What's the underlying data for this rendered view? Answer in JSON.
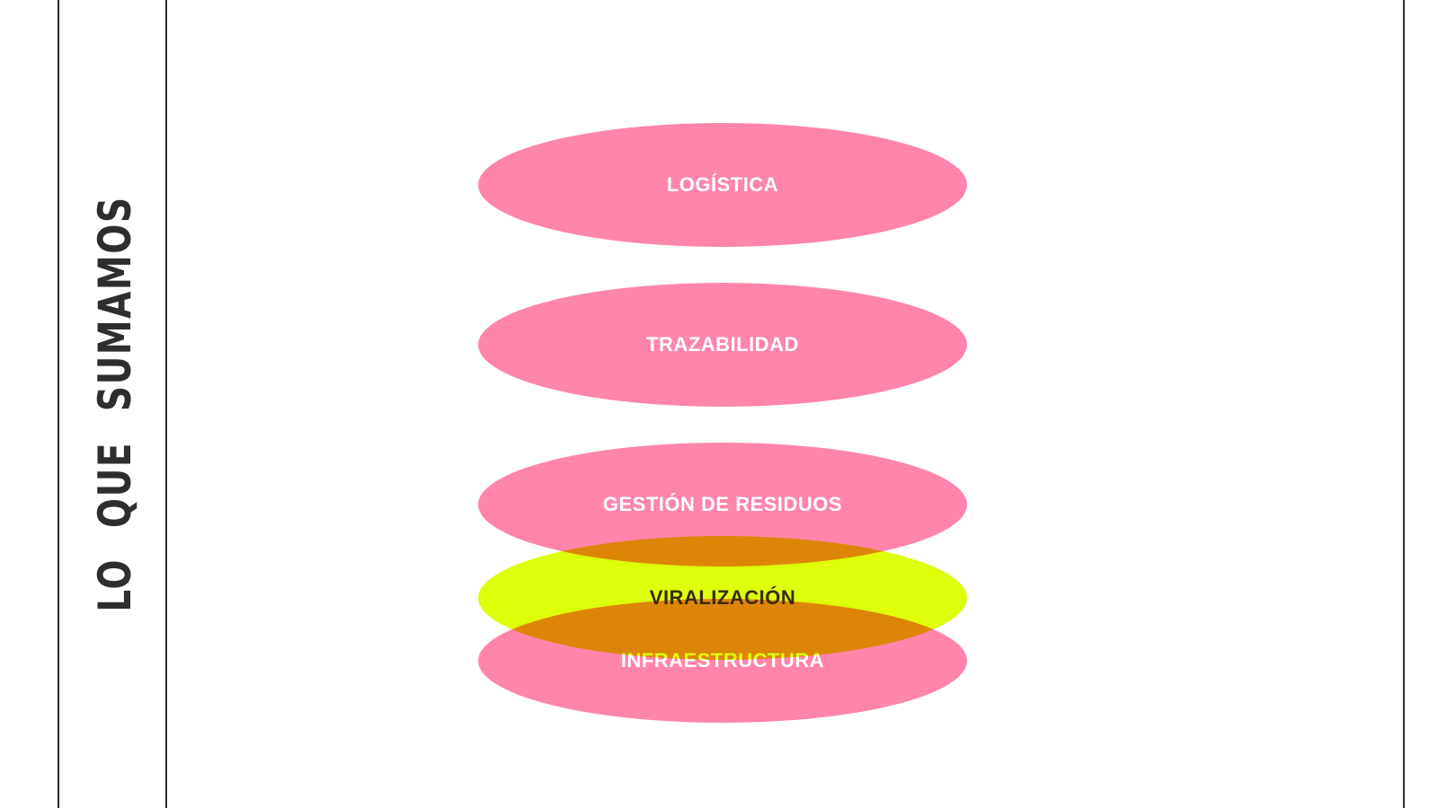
{
  "title": "LO QUE SUMAMOS",
  "layers": [
    {
      "label": "LOGÍSTICA",
      "color": "#ff85aa",
      "text_color": "#ffffff"
    },
    {
      "label": "TRAZABILIDAD",
      "color": "#ff85aa",
      "text_color": "#ffffff"
    },
    {
      "label": "GESTIÓN DE RESIDUOS",
      "color": "#ff85aa",
      "text_color": "#ffffff"
    },
    {
      "label": "INFRAESTRUCTURA",
      "color": "#ff85aa",
      "text_color": "#ffffff"
    },
    {
      "label": "VIRALIZACIÓN",
      "color": "#dcff00",
      "text_color": "#3a2a10"
    }
  ],
  "colors": {
    "pink": "#ff85aa",
    "lime": "#dcff00",
    "overlap": "#ee8a2e",
    "frame": "#2b2b2b"
  }
}
